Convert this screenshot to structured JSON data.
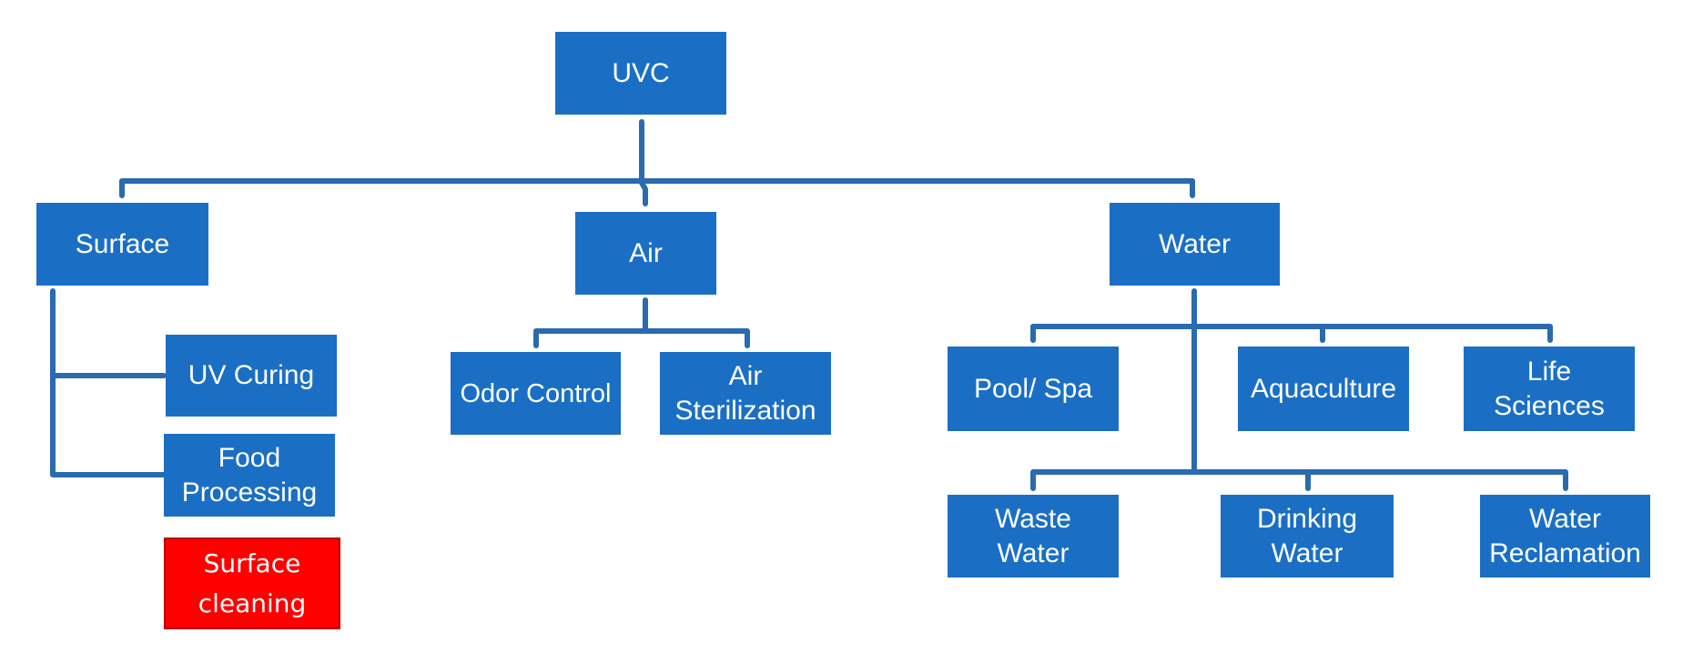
{
  "colors": {
    "box": "#1a6fc5",
    "connector": "#2a6aaf",
    "highlight": "#ff0000",
    "text": "#ffffff"
  },
  "nodes": {
    "root": "UVC",
    "surface": "Surface",
    "air": "Air",
    "water": "Water",
    "uv_curing": "UV Curing",
    "food_processing": "Food\nProcessing",
    "surface_cleaning": "Surface\ncleaning",
    "odor_control": "Odor Control",
    "air_sterilization": "Air\nSterilization",
    "pool_spa": "Pool/ Spa",
    "aquaculture": "Aquaculture",
    "life_sciences": "Life\nSciences",
    "waste_water": "Waste\nWater",
    "drinking_water": "Drinking\nWater",
    "water_reclamation": "Water\nReclamation"
  }
}
